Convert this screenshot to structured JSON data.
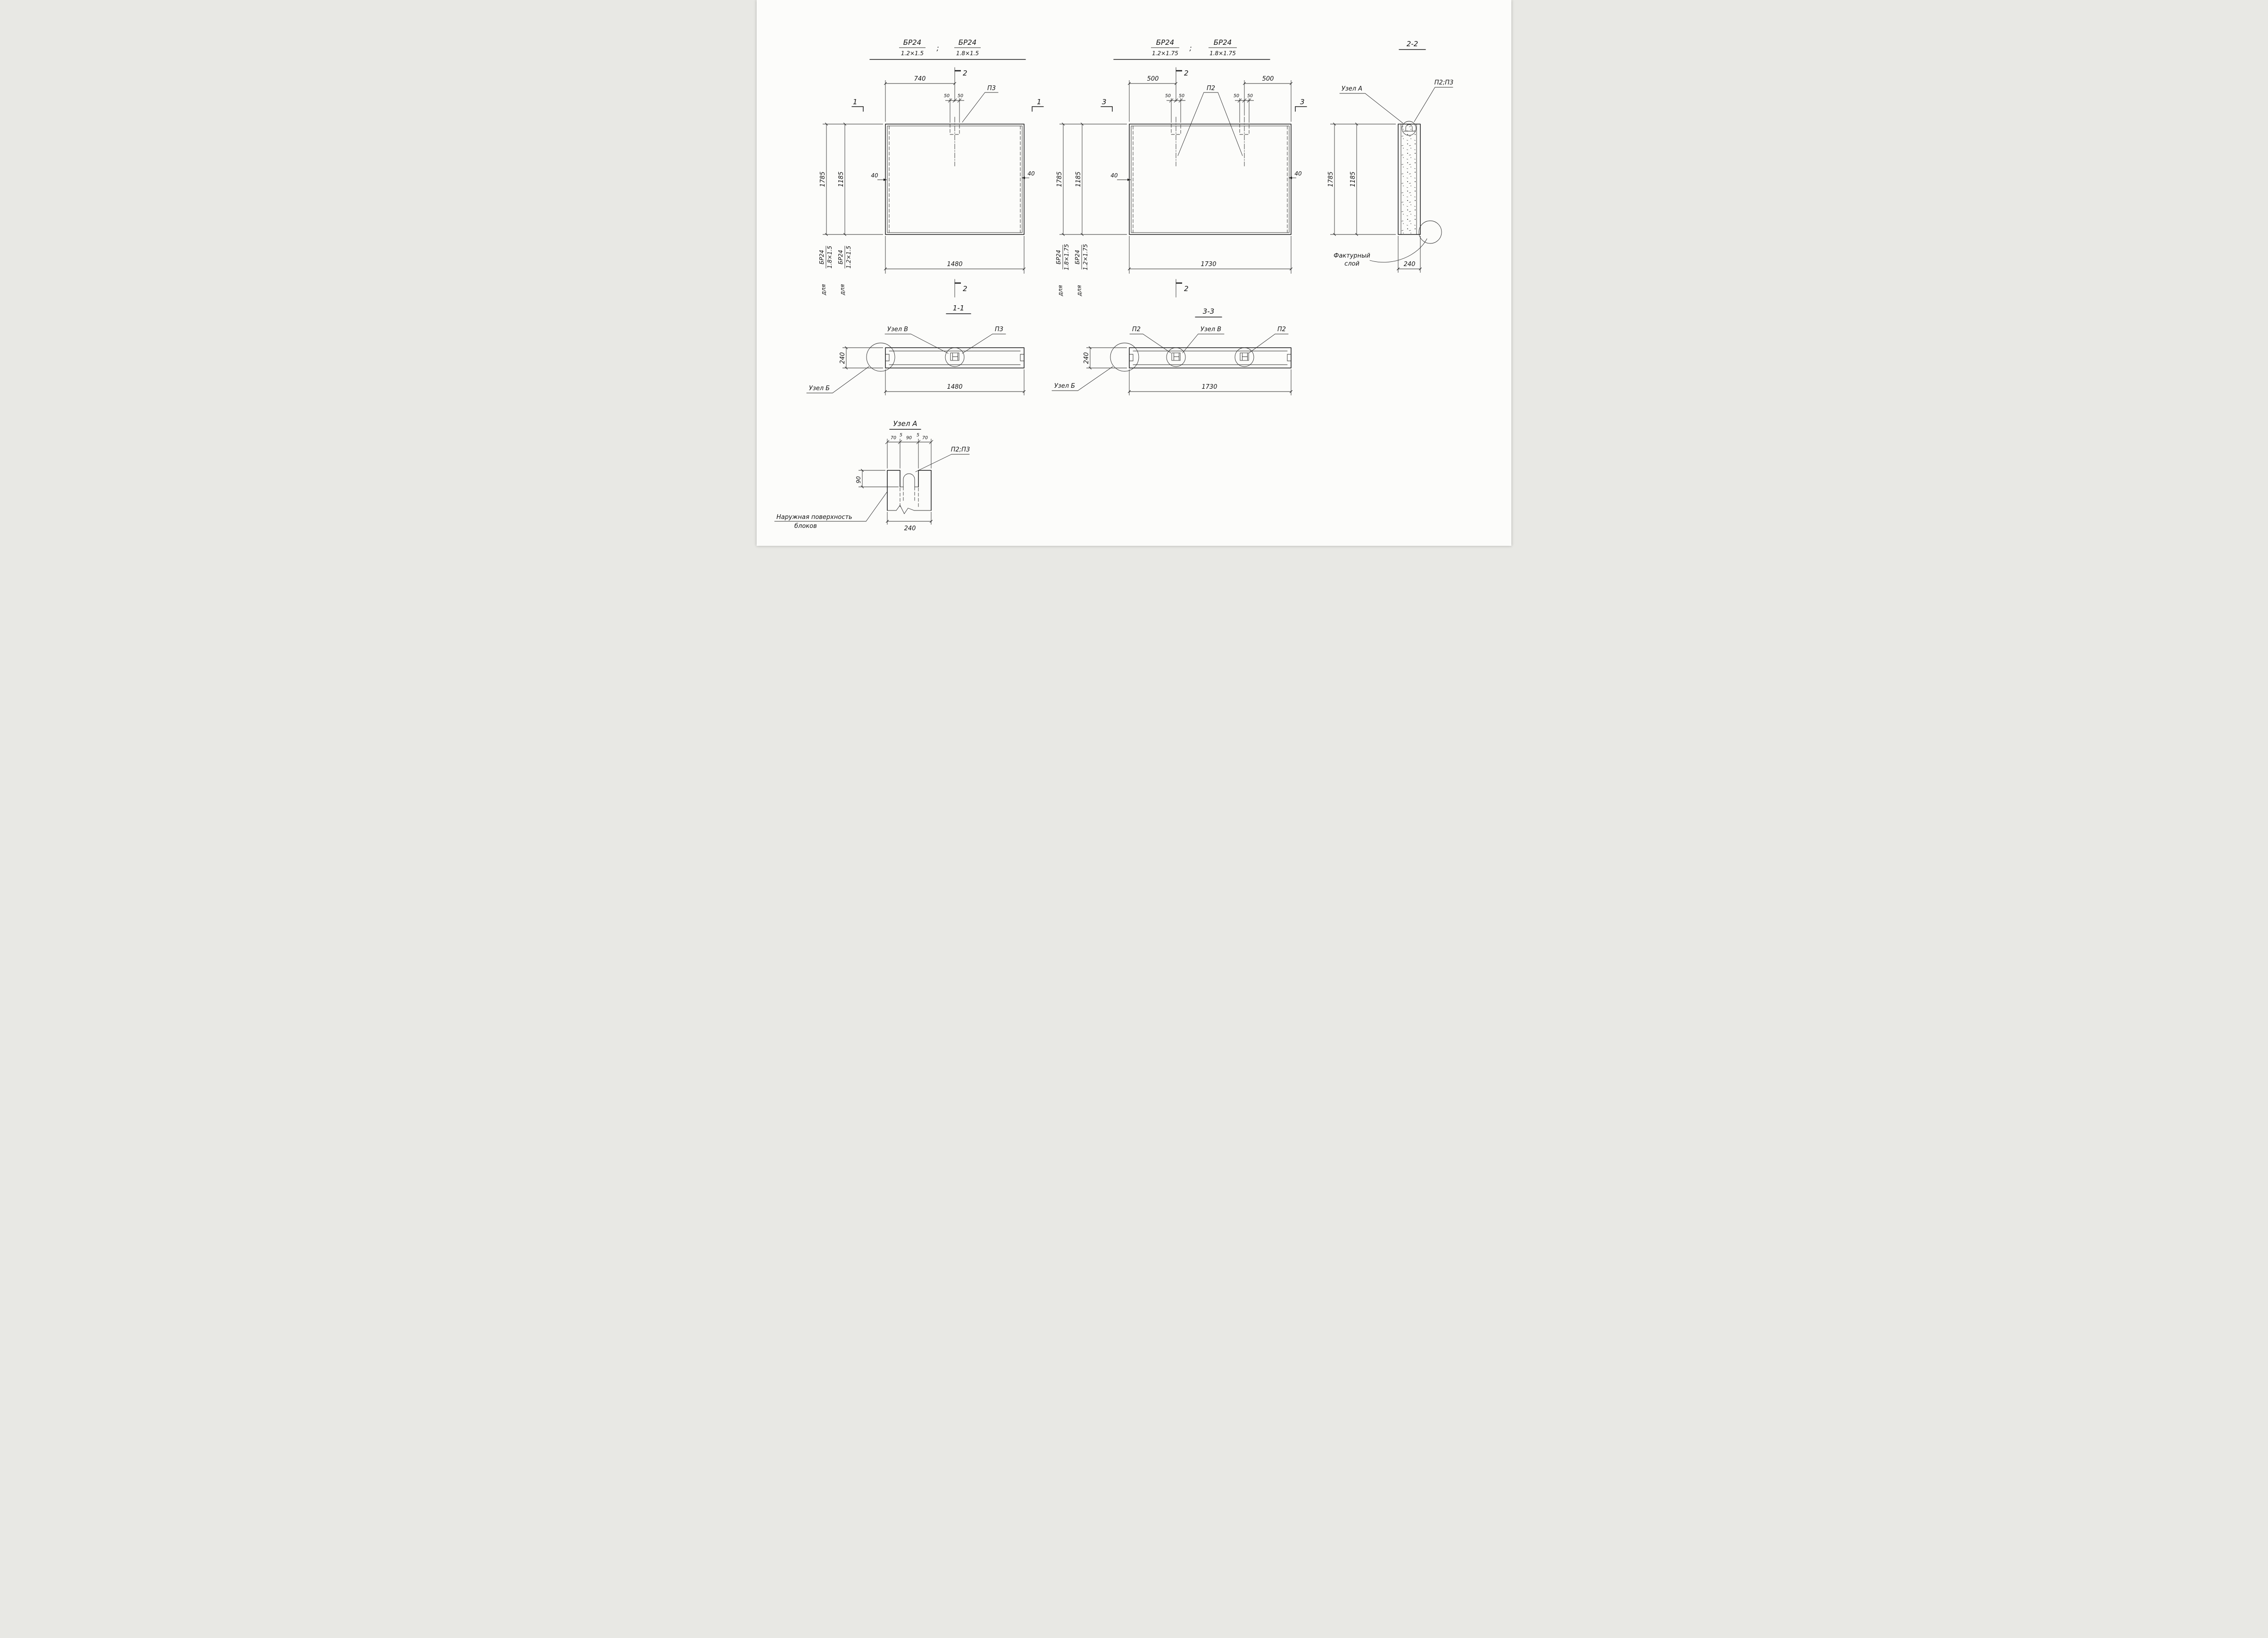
{
  "v1": {
    "t_num1": "БР24",
    "t_den1": "1.2×1.5",
    "t_sep": ";",
    "t_num2": "БР24",
    "t_den2": "1.8×1.5",
    "d740": "740",
    "d50a": "50",
    "d50b": "50",
    "p3": "П3",
    "m2top": "2",
    "m2bot": "2",
    "m1l": "1",
    "m1r": "1",
    "d1785": "1785",
    "d1185": "1185",
    "d40l": "40",
    "d40r": "40",
    "d1480": "1480",
    "v_outer_num": "БР24",
    "v_outer_den": "1.8×1.5",
    "v_outer_for": "для",
    "v_inner_num": "БР24",
    "v_inner_den": "1.2×1.5",
    "v_inner_for": "для"
  },
  "v2": {
    "t_num1": "БР24",
    "t_den1": "1.2×1.75",
    "t_sep": ";",
    "t_num2": "БР24",
    "t_den2": "1.8×1.75",
    "d500l": "500",
    "d500r": "500",
    "d50a": "50",
    "d50b": "50",
    "d50c": "50",
    "d50d": "50",
    "p2": "П2",
    "m2top": "2",
    "m2bot": "2",
    "m3l": "3",
    "m3r": "3",
    "d1785": "1785",
    "d1185": "1185",
    "d40l": "40",
    "d40r": "40",
    "d1730": "1730",
    "v_outer_num": "БР24",
    "v_outer_den": "1.8×1.75",
    "v_outer_for": "для",
    "v_inner_num": "БР24",
    "v_inner_den": "1.2×1.75",
    "v_inner_for": "для"
  },
  "v22": {
    "title": "2-2",
    "uzel_a": "Узел А",
    "p23": "П2;П3",
    "d1785": "1785",
    "d1185": "1185",
    "fact1": "Фактурный",
    "fact2": "слой",
    "d240": "240"
  },
  "v11": {
    "title": "1-1",
    "uzel_v": "Узел В",
    "p3": "П3",
    "d240": "240",
    "d1480": "1480",
    "uzel_b": "Узел Б"
  },
  "v33": {
    "title": "3-3",
    "p2l": "П2",
    "uzel_v": "Узел В",
    "p2r": "П2",
    "d240": "240",
    "d1730": "1730",
    "uzel_b": "Узел Б"
  },
  "va": {
    "title": "Узел А",
    "d70l": "70",
    "d5l": "5",
    "d90": "90",
    "d5r": "5",
    "d70r": "70",
    "p23": "П2;П3",
    "d90depth": "90",
    "d240": "240",
    "note1": "Наружная поверхность",
    "note2": "блоков"
  }
}
